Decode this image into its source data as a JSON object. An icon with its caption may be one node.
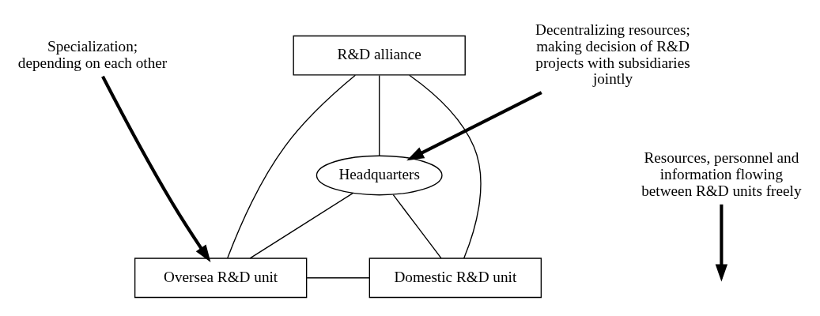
{
  "diagram": {
    "nodes": [
      {
        "text": [
          "R&D alliance"
        ]
      },
      {
        "text": [
          "Headquarters"
        ]
      },
      {
        "text": [
          "Oversea R&D unit"
        ]
      },
      {
        "text": [
          "Domestic R&D unit"
        ]
      },
      {
        "text": [
          "Specialization; depending on each other"
        ]
      },
      {
        "text": [
          "Decentralizing resources; making decision of R&D projects with subsidiaries jointly"
        ]
      },
      {
        "text": [
          "Resources, personnel and information flowing between R&D units freely"
        ]
      }
    ],
    "edges": [
      {
        "from": 0,
        "to": 1,
        "arrow": "none"
      },
      {
        "from": 0,
        "to": 2,
        "arrow": "none"
      },
      {
        "from": 0,
        "to": 3,
        "arrow": "none"
      },
      {
        "from": 1,
        "to": 2,
        "arrow": "none"
      },
      {
        "from": 1,
        "to": 3,
        "arrow": "none"
      },
      {
        "from": 2,
        "to": 3,
        "arrow": "none"
      },
      {
        "from": 4,
        "to": 2,
        "arrow": "to",
        "style": "thick"
      },
      {
        "from": 5,
        "to": 1,
        "arrow": "to",
        "style": "thick"
      },
      {
        "from": 6,
        "to": null,
        "arrow": "to",
        "style": "thick"
      }
    ]
  }
}
